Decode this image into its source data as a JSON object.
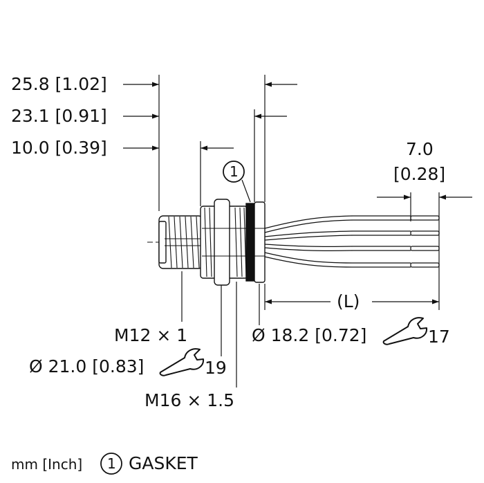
{
  "dimensions": {
    "overall_length": "25.8 [1.02]",
    "length_to_flange": "23.1 [0.91]",
    "thread_length": "10.0 [0.39]",
    "strip_length_mm": "7.0",
    "strip_length_in": "[0.28]",
    "cable_length": "(L)",
    "thread_m12": "M12 × 1",
    "nut_diameter": "Ø 21.0 [0.83]",
    "wrench_19": "19",
    "thread_m16": "M16 × 1.5",
    "flange_diameter": "Ø 18.2 [0.72]",
    "wrench_17": "17"
  },
  "callout": {
    "number": "1"
  },
  "legend": {
    "units": "mm [Inch]",
    "item_number": "1",
    "item_label": "GASKET"
  },
  "colors": {
    "line": "#111111",
    "body_fill": "#ffffff"
  }
}
